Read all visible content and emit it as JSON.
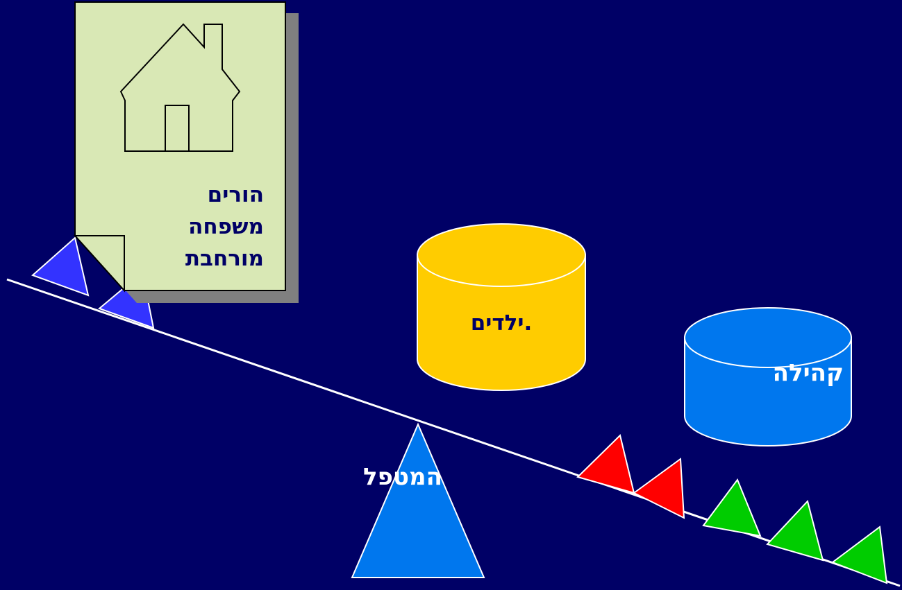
{
  "document": {
    "lines": [
      "הורים",
      "משפחה",
      "מורחבת"
    ]
  },
  "cylinders": {
    "children_label": "ילדים.",
    "community_label": "קהילה"
  },
  "fulcrum": {
    "label": "המטפל"
  },
  "colors": {
    "background": "#000066",
    "document_fill": "#d9e8b5",
    "document_shadow": "#808080",
    "children_cylinder": "#ffcc00",
    "community_cylinder": "#0077ee",
    "fulcrum": "#0077ee",
    "weight_blue": "#3333ff",
    "weight_red": "#ff0000",
    "weight_green": "#00cc00",
    "beam": "#ffffff"
  },
  "icons": {
    "document": "house-icon"
  }
}
